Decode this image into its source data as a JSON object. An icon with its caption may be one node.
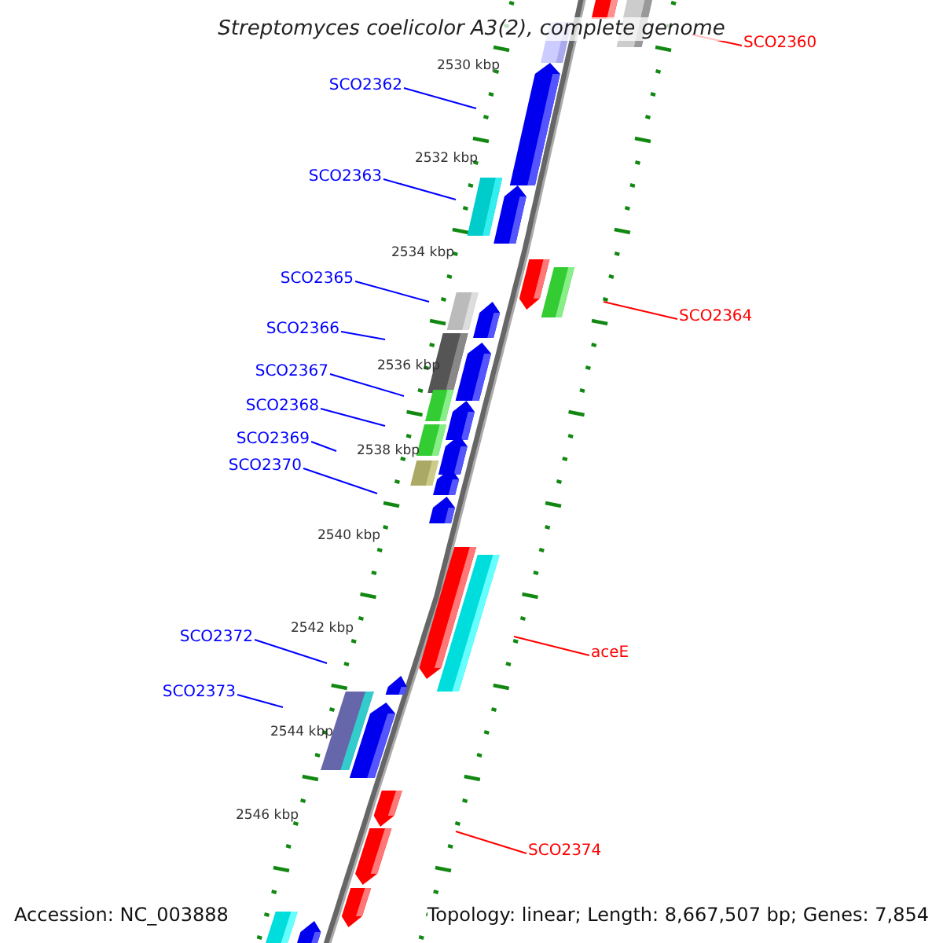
{
  "diagram": {
    "title": "Streptomyces coelicolor A3(2), complete genome",
    "nodes": [
      {
        "text": [
          "SCO2360"
        ]
      },
      {
        "text": [
          "SCO2362"
        ]
      },
      {
        "text": [
          "SCO2363"
        ]
      },
      {
        "text": [
          "SCO2364"
        ]
      },
      {
        "text": [
          "SCO2365"
        ]
      },
      {
        "text": [
          "SCO2366"
        ]
      },
      {
        "text": [
          "SCO2367"
        ]
      },
      {
        "text": [
          "SCO2368"
        ]
      },
      {
        "text": [
          "SCO2369"
        ]
      },
      {
        "text": [
          "SCO2370"
        ]
      },
      {
        "text": [
          "aceE"
        ]
      },
      {
        "text": [
          "SCO2372"
        ]
      },
      {
        "text": [
          "SCO2373"
        ]
      },
      {
        "text": [
          "SCO2374"
        ]
      }
    ],
    "edges": [
      {
        "from": 0,
        "to": null,
        "arrow": "none",
        "color": "#ff0000"
      },
      {
        "from": 1,
        "to": null,
        "arrow": "none"
      },
      {
        "from": 2,
        "to": null,
        "arrow": "none"
      },
      {
        "from": 3,
        "to": null,
        "arrow": "none",
        "color": "#ff0000"
      },
      {
        "from": 4,
        "to": null,
        "arrow": "none"
      },
      {
        "from": 5,
        "to": null,
        "arrow": "none"
      },
      {
        "from": 6,
        "to": null,
        "arrow": "none"
      },
      {
        "from": 7,
        "to": null,
        "arrow": "none"
      },
      {
        "from": 8,
        "to": null,
        "arrow": "none"
      },
      {
        "from": 9,
        "to": null,
        "arrow": "none"
      },
      {
        "from": 10,
        "to": null,
        "arrow": "none",
        "color": "#ff0000"
      },
      {
        "from": 11,
        "to": null,
        "arrow": "none"
      },
      {
        "from": 12,
        "to": null,
        "arrow": "none"
      },
      {
        "from": 13,
        "to": null,
        "arrow": "none",
        "color": "#ff0000"
      }
    ],
    "labels": [
      "2530 kbp",
      "2532 kbp",
      "2534 kbp",
      "2536 kbp",
      "2538 kbp",
      "2540 kbp",
      "2542 kbp",
      "2544 kbp",
      "2546 kbp",
      "Accession: NC_003888",
      "Topology: linear; Length: 8,667,507 bp; Genes: 7,854"
    ]
  }
}
